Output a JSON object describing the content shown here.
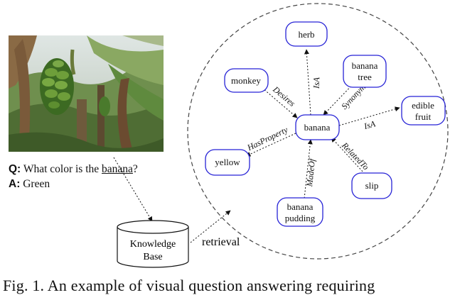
{
  "qa": {
    "q_label": "Q:",
    "q_before": " What color is the ",
    "q_word": "banana",
    "q_after": "?",
    "a_label": "A:",
    "a_text": " Green"
  },
  "knowledge_base": {
    "line1": "Knowledge",
    "line2": "Base"
  },
  "retrieval_label": "retrieval",
  "graph": {
    "center": "banana",
    "nodes": {
      "herb": [
        "herb"
      ],
      "banana_tree": [
        "banana",
        "tree"
      ],
      "monkey": [
        "monkey"
      ],
      "edible_fruit": [
        "edible",
        "fruit"
      ],
      "yellow": [
        "yellow"
      ],
      "slip": [
        "slip"
      ],
      "banana_pudding": [
        "banana",
        "pudding"
      ]
    },
    "relations": {
      "herb": "IsA",
      "banana_tree": "Synonym",
      "monkey": "Desires",
      "edible_fruit": "IsA",
      "yellow": "HasProperty",
      "slip": "RelatedTo",
      "banana_pudding": "MadeOf"
    }
  },
  "caption": "Fig. 1. An example of visual question answering requiring"
}
